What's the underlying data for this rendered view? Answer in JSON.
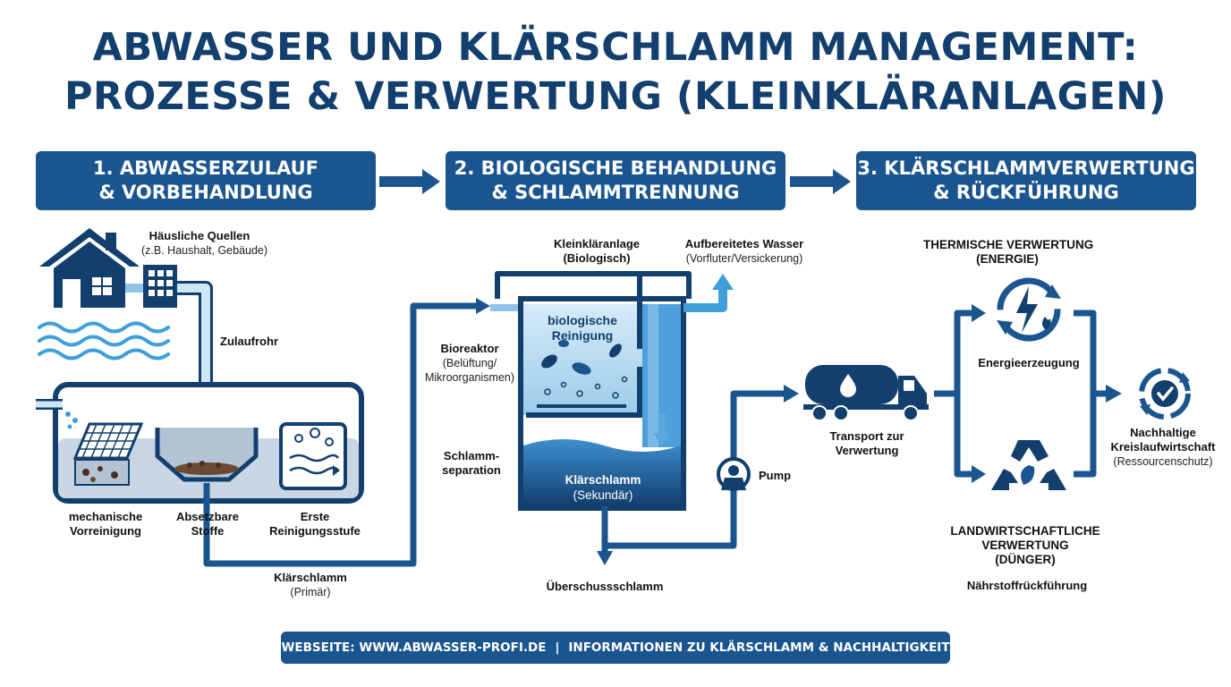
{
  "title": {
    "line1": "ABWASSER UND KLÄRSCHLAMM MANAGEMENT:",
    "line2": "PROZESSE & VERWERTUNG (KLEINKLÄRANLAGEN)"
  },
  "stages": [
    {
      "line1": "1. ABWASSERZULAUF",
      "line2": "& VORBEHANDLUNG"
    },
    {
      "line1": "2. BIOLOGISCHE BEHANDLUNG",
      "line2": "& SCHLAMMTRENNUNG"
    },
    {
      "line1": "3. KLÄRSCHLAMMVERWERTUNG",
      "line2": "& RÜCKFÜHRUNG"
    }
  ],
  "section1": {
    "source_title": "Häusliche Quellen",
    "source_sub": "(z.B. Haushalt, Gebäude)",
    "pipe": "Zulaufrohr",
    "mech_line1": "mechanische",
    "mech_line2": "Vorreinigung",
    "settle_line1": "Absetzbare",
    "settle_line2": "Stoffe",
    "first_line1": "Erste",
    "first_line2": "Reinigungsstufe",
    "sludge_title": "Klärschlamm",
    "sludge_sub": "(Primär)"
  },
  "section2": {
    "plant_line1": "Kleinkläranlage",
    "plant_line2": "(Biologisch)",
    "water_title": "Aufbereitetes Wasser",
    "water_sub": "(Vorfluter/Versickerung)",
    "reactor_title": "Bioreaktor",
    "reactor_sub1": "(Belüftung/",
    "reactor_sub2": "Mikroorganismen)",
    "bio_line1": "biologische",
    "bio_line2": "Reinigung",
    "sep_line1": "Schlamm-",
    "sep_line2": "separation",
    "sec_title": "Klärschlamm",
    "sec_sub": "(Sekundär)",
    "excess": "Überschussschlamm",
    "pump": "Pump"
  },
  "section3": {
    "truck_line1": "Transport zur",
    "truck_line2": "Verwertung",
    "thermal_line1": "THERMISCHE VERWERTUNG",
    "thermal_line2": "(ENERGIE)",
    "energy": "Energieerzeugung",
    "agri_line1": "LANDWIRTSCHAFTLICHE",
    "agri_line2": "VERWERTUNG",
    "agri_line3": "(DÜNGER)",
    "nutrient": "Nährstoffrückführung",
    "circ_line1": "Nachhaltige",
    "circ_line2": "Kreislaufwirtschaft",
    "circ_sub": "(Ressourcenschutz)"
  },
  "footer": {
    "website": "WEBSEITE: WWW.ABWASSER-PROFI.DE",
    "separator": "|",
    "info": "INFORMATIONEN ZU KLÄRSCHLAMM & NACHHALTIGKEIT"
  },
  "colors": {
    "navy": "#123f6e",
    "stage_blue": "#1b5590",
    "water_light": "#8fc4e8",
    "water_mid": "#3f8fd0"
  },
  "icons": [
    "house-icon",
    "building-icon",
    "waves-icon",
    "screen-icon",
    "bubbles-icon",
    "bacteria-icon",
    "pump-icon",
    "truck-icon",
    "energy-cycle-icon",
    "recycle-icon",
    "circular-economy-icon"
  ]
}
